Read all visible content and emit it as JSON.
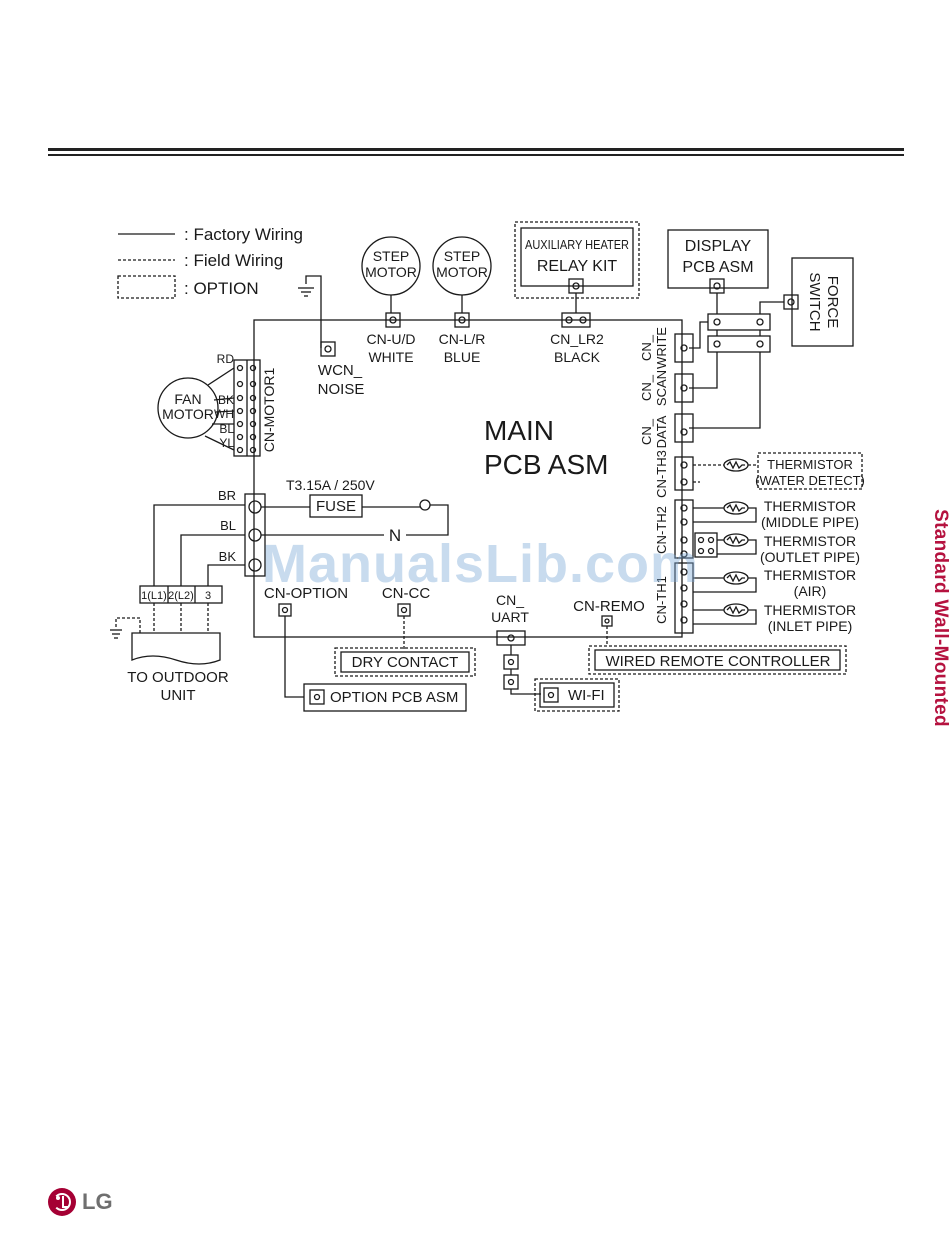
{
  "legend": {
    "factory": ": Factory Wiring",
    "field": ": Field Wiring",
    "option": ": OPTION"
  },
  "components": {
    "step_motor_1": [
      "STEP",
      "MOTOR"
    ],
    "step_motor_2": [
      "STEP",
      "MOTOR"
    ],
    "aux_heater": [
      "AUXILIARY HEATER",
      "RELAY KIT"
    ],
    "display_pcb": [
      "DISPLAY",
      "PCB ASM"
    ],
    "force_switch": [
      "FORCE",
      "SWITCH"
    ],
    "fan_motor": [
      "FAN",
      "MOTOR"
    ],
    "main_pcb": [
      "MAIN",
      "PCB ASM"
    ],
    "fuse": "FUSE",
    "fuse_rating": "T3.15A / 250V",
    "neutral": "N",
    "option_pcb": "OPTION PCB ASM",
    "dry_contact": "DRY CONTACT",
    "wifi": "WI-FI",
    "wired_remote": "WIRED REMOTE CONTROLLER",
    "outdoor_unit": [
      "TO OUTDOOR",
      "UNIT"
    ]
  },
  "connectors": {
    "cn_ud": [
      "CN-U/D",
      "WHITE"
    ],
    "cn_lr": [
      "CN-L/R",
      "BLUE"
    ],
    "cn_lr2": [
      "CN_LR2",
      "BLACK"
    ],
    "wcn_noise": [
      "WCN_",
      "NOISE"
    ],
    "cn_motor1": "CN-MOTOR1",
    "cn_write": [
      "CN_",
      "WRITE"
    ],
    "cn_scan": [
      "CN_",
      "SCAN"
    ],
    "cn_data": [
      "CN_",
      "DATA"
    ],
    "cn_th3": "CN-TH3",
    "cn_th2": "CN-TH2",
    "cn_th1": "CN-TH1",
    "cn_option": "CN-OPTION",
    "cn_cc": "CN-CC",
    "cn_uart": [
      "CN_",
      "UART"
    ],
    "cn_remo": "CN-REMO"
  },
  "wire_colors": {
    "motor": [
      "RD",
      "BK",
      "WH",
      "BL",
      "YL"
    ],
    "power": [
      "BR",
      "BL",
      "BK"
    ]
  },
  "terminal_block": [
    "1(L1)",
    "2(L2)",
    "3"
  ],
  "thermistors": [
    [
      "THERMISTOR",
      "(WATER DETECT)"
    ],
    [
      "THERMISTOR",
      "(MIDDLE PIPE)"
    ],
    [
      "THERMISTOR",
      "(OUTLET PIPE)"
    ],
    [
      "THERMISTOR",
      "(AIR)"
    ],
    [
      "THERMISTOR",
      "(INLET PIPE)"
    ]
  ],
  "side_tab": "Standard Wall-Mounted",
  "watermark": "ManualsLib.com",
  "brand": "LG",
  "colors": {
    "brand": "#a50034",
    "accent": "#b5123f"
  }
}
